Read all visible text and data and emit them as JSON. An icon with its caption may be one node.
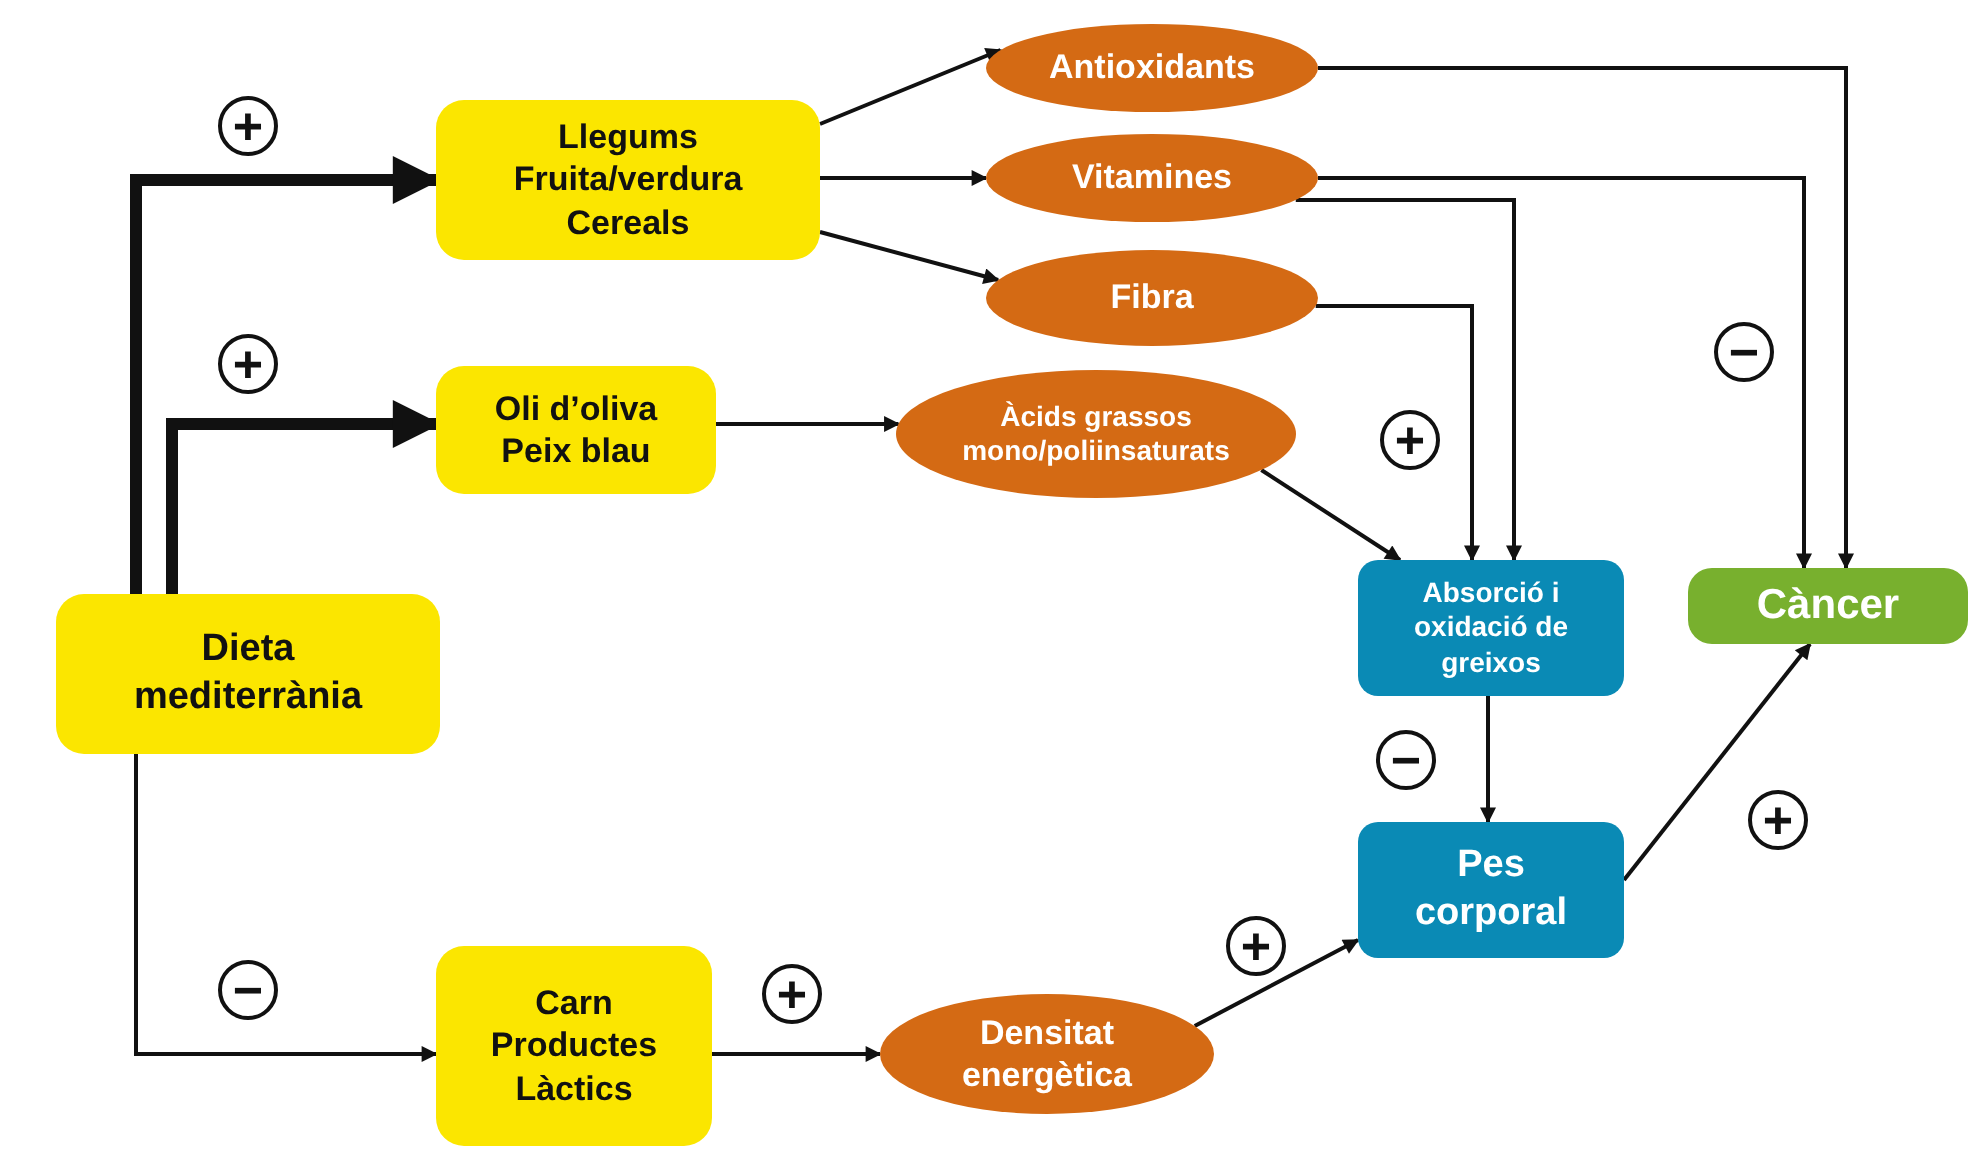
{
  "diagram": {
    "nodes": [
      {
        "text": [
          "Dieta mediterrània"
        ]
      },
      {
        "text": [
          "Llegums",
          "Fruita/verdura",
          "Cereals"
        ]
      },
      {
        "text": [
          "Oli d’oliva",
          "Peix blau"
        ]
      },
      {
        "text": [
          "Carn",
          "Productes Làctics"
        ]
      },
      {
        "text": [
          "Antioxidants"
        ]
      },
      {
        "text": [
          "Vitamines"
        ]
      },
      {
        "text": [
          "Fibra"
        ]
      },
      {
        "text": [
          "Àcids grassos mono/poliinsaturats"
        ]
      },
      {
        "text": [
          "Densitat energètica"
        ]
      },
      {
        "text": [
          "Absorció i oxidació de greixos"
        ]
      },
      {
        "text": [
          "Pes corporal"
        ]
      },
      {
        "text": [
          "Càncer"
        ]
      }
    ],
    "edges": [
      {
        "from": 0,
        "to": 1,
        "arrow": "to",
        "style": "thick"
      },
      {
        "from": 0,
        "to": 2,
        "arrow": "to",
        "style": "thick"
      },
      {
        "from": 0,
        "to": 3,
        "arrow": "to"
      },
      {
        "from": 1,
        "to": 4,
        "arrow": "to"
      },
      {
        "from": 1,
        "to": 5,
        "arrow": "to"
      },
      {
        "from": 1,
        "to": 6,
        "arrow": "to"
      },
      {
        "from": 2,
        "to": 7,
        "arrow": "to"
      },
      {
        "from": 3,
        "to": 8,
        "arrow": "to"
      },
      {
        "from": 4,
        "to": 11,
        "arrow": "to"
      },
      {
        "from": 5,
        "to": 11,
        "arrow": "to"
      },
      {
        "from": 5,
        "to": 9,
        "arrow": "to"
      },
      {
        "from": 6,
        "to": 9,
        "arrow": "to"
      },
      {
        "from": 7,
        "to": 9,
        "arrow": "to"
      },
      {
        "from": 9,
        "to": 10,
        "arrow": "to"
      },
      {
        "from": 8,
        "to": 10,
        "arrow": "to"
      },
      {
        "from": 10,
        "to": 11,
        "arrow": "to"
      }
    ],
    "labels": [
      "+",
      "+",
      "−",
      "+",
      "−",
      "+",
      "+",
      "+",
      "−"
    ]
  }
}
